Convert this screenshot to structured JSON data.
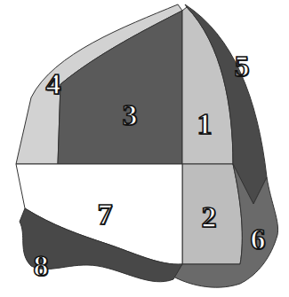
{
  "diagram": {
    "labels": [
      "4",
      "5",
      "3",
      "1",
      "7",
      "2",
      "6",
      "8"
    ]
  }
}
